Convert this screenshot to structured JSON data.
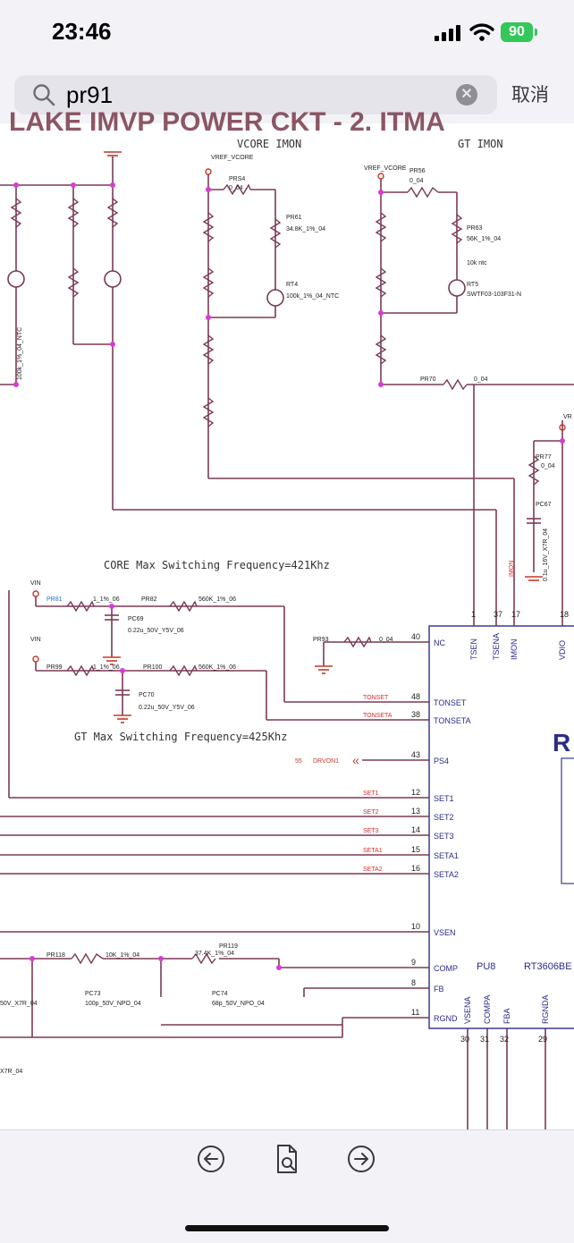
{
  "status_bar": {
    "time": "23:46",
    "battery": "90"
  },
  "search": {
    "query": "pr91",
    "cancel_label": "取消"
  },
  "schematic": {
    "header_text": "LAKE IMVP POWER CKT - 2. ITMA",
    "section_labels": {
      "vcore_imon": "VCORE  IMON",
      "gt_imon": "GT  IMON"
    },
    "freq_core": "CORE  Max  Switching  Frequency=421Khz",
    "freq_gt": "GT  Max  Switching  Frequency=425Khz",
    "rails": {
      "vref_vcore_1": "VREF_VCORE",
      "vref_vcore_2": "VREF_VCORE",
      "vin_1": "VIN",
      "vin_2": "VIN",
      "vr_partial": "VR"
    },
    "parts": {
      "prs4": "PRS4",
      "prs4_val": "0_04",
      "pr61": "PR61",
      "pr61_val": "34.8K_1%_04",
      "rt4": "RT4",
      "rt4_val": "100k_1%_04_NTC",
      "pr56": "PR56",
      "pr56_val": "0_04",
      "pr63": "PR63",
      "pr63_val": "56K_1%_04",
      "rt5": "RT5",
      "rt5_val": "SWTF03-103F31-N",
      "rt5_note": "10k ntc",
      "pr70": "PR70",
      "pr70_val": "0_04",
      "pr77": "PR77",
      "pr77_val": "0_04",
      "pc67": "PC67",
      "pc67_val": "0.1u_16V_X7R_04",
      "pr81": "PR81",
      "pr81_val": "1_1%_06",
      "pr82": "PR82",
      "pr82_val": "560K_1%_06",
      "pc69": "PC69",
      "pc69_val": "0.22u_50V_Y5V_06",
      "pr93": "PR93",
      "pr93_val": "0_04",
      "pr99": "PR99",
      "pr99_val": "1_1%_06",
      "pr100": "PR100",
      "pr100_val": "560K_1%_06",
      "pc70": "PC70",
      "pc70_val": "0.22u_50V_Y5V_06",
      "pr118": "PR118",
      "pr118_val": "10K_1%_04",
      "pr119": "PR119",
      "pr119_val": "37.4K_1%_04",
      "pc73": "PC73",
      "pc73_val": "100p_50V_NPO_04",
      "pc74": "PC74",
      "pc74_val": "68p_50V_NPO_04",
      "left_cap_partial": "50V_X7R_04",
      "left_cap_partial2": "X7R_04",
      "rt3_val": "100k_1%_04_NTC",
      "drvon": "DRVON1",
      "drvon_pin": "55"
    },
    "nets": {
      "tonset": "TONSET",
      "tonseta": "TONSETA",
      "set1": "SET1",
      "set2": "SET2",
      "set3": "SET3",
      "seta1": "SETA1",
      "seta2": "SETA2",
      "imon": "IMON"
    },
    "ic": {
      "ref": "PU8",
      "part": "RT3606BE",
      "brand_partial": "R",
      "left_pins": [
        {
          "num": "40",
          "name": "NC"
        },
        {
          "num": "48",
          "name": "TONSET"
        },
        {
          "num": "38",
          "name": "TONSETA"
        },
        {
          "num": "43",
          "name": "PS4"
        },
        {
          "num": "12",
          "name": "SET1"
        },
        {
          "num": "13",
          "name": "SET2"
        },
        {
          "num": "14",
          "name": "SET3"
        },
        {
          "num": "15",
          "name": "SETA1"
        },
        {
          "num": "16",
          "name": "SETA2"
        },
        {
          "num": "10",
          "name": "VSEN"
        },
        {
          "num": "9",
          "name": "COMP"
        },
        {
          "num": "8",
          "name": "FB"
        },
        {
          "num": "11",
          "name": "RGND"
        }
      ],
      "top_pins": [
        {
          "num": "1",
          "name": "TSEN"
        },
        {
          "num": "37",
          "name": "TSENA"
        },
        {
          "num": "17",
          "name": "IMON"
        },
        {
          "num": "18",
          "name": "VDIO"
        }
      ],
      "bottom_pins": [
        {
          "num": "30",
          "name": "VSENA"
        },
        {
          "num": "31",
          "name": "COMPA"
        },
        {
          "num": "32",
          "name": "FBA"
        },
        {
          "num": "29",
          "name": "RGNDA"
        }
      ]
    }
  }
}
